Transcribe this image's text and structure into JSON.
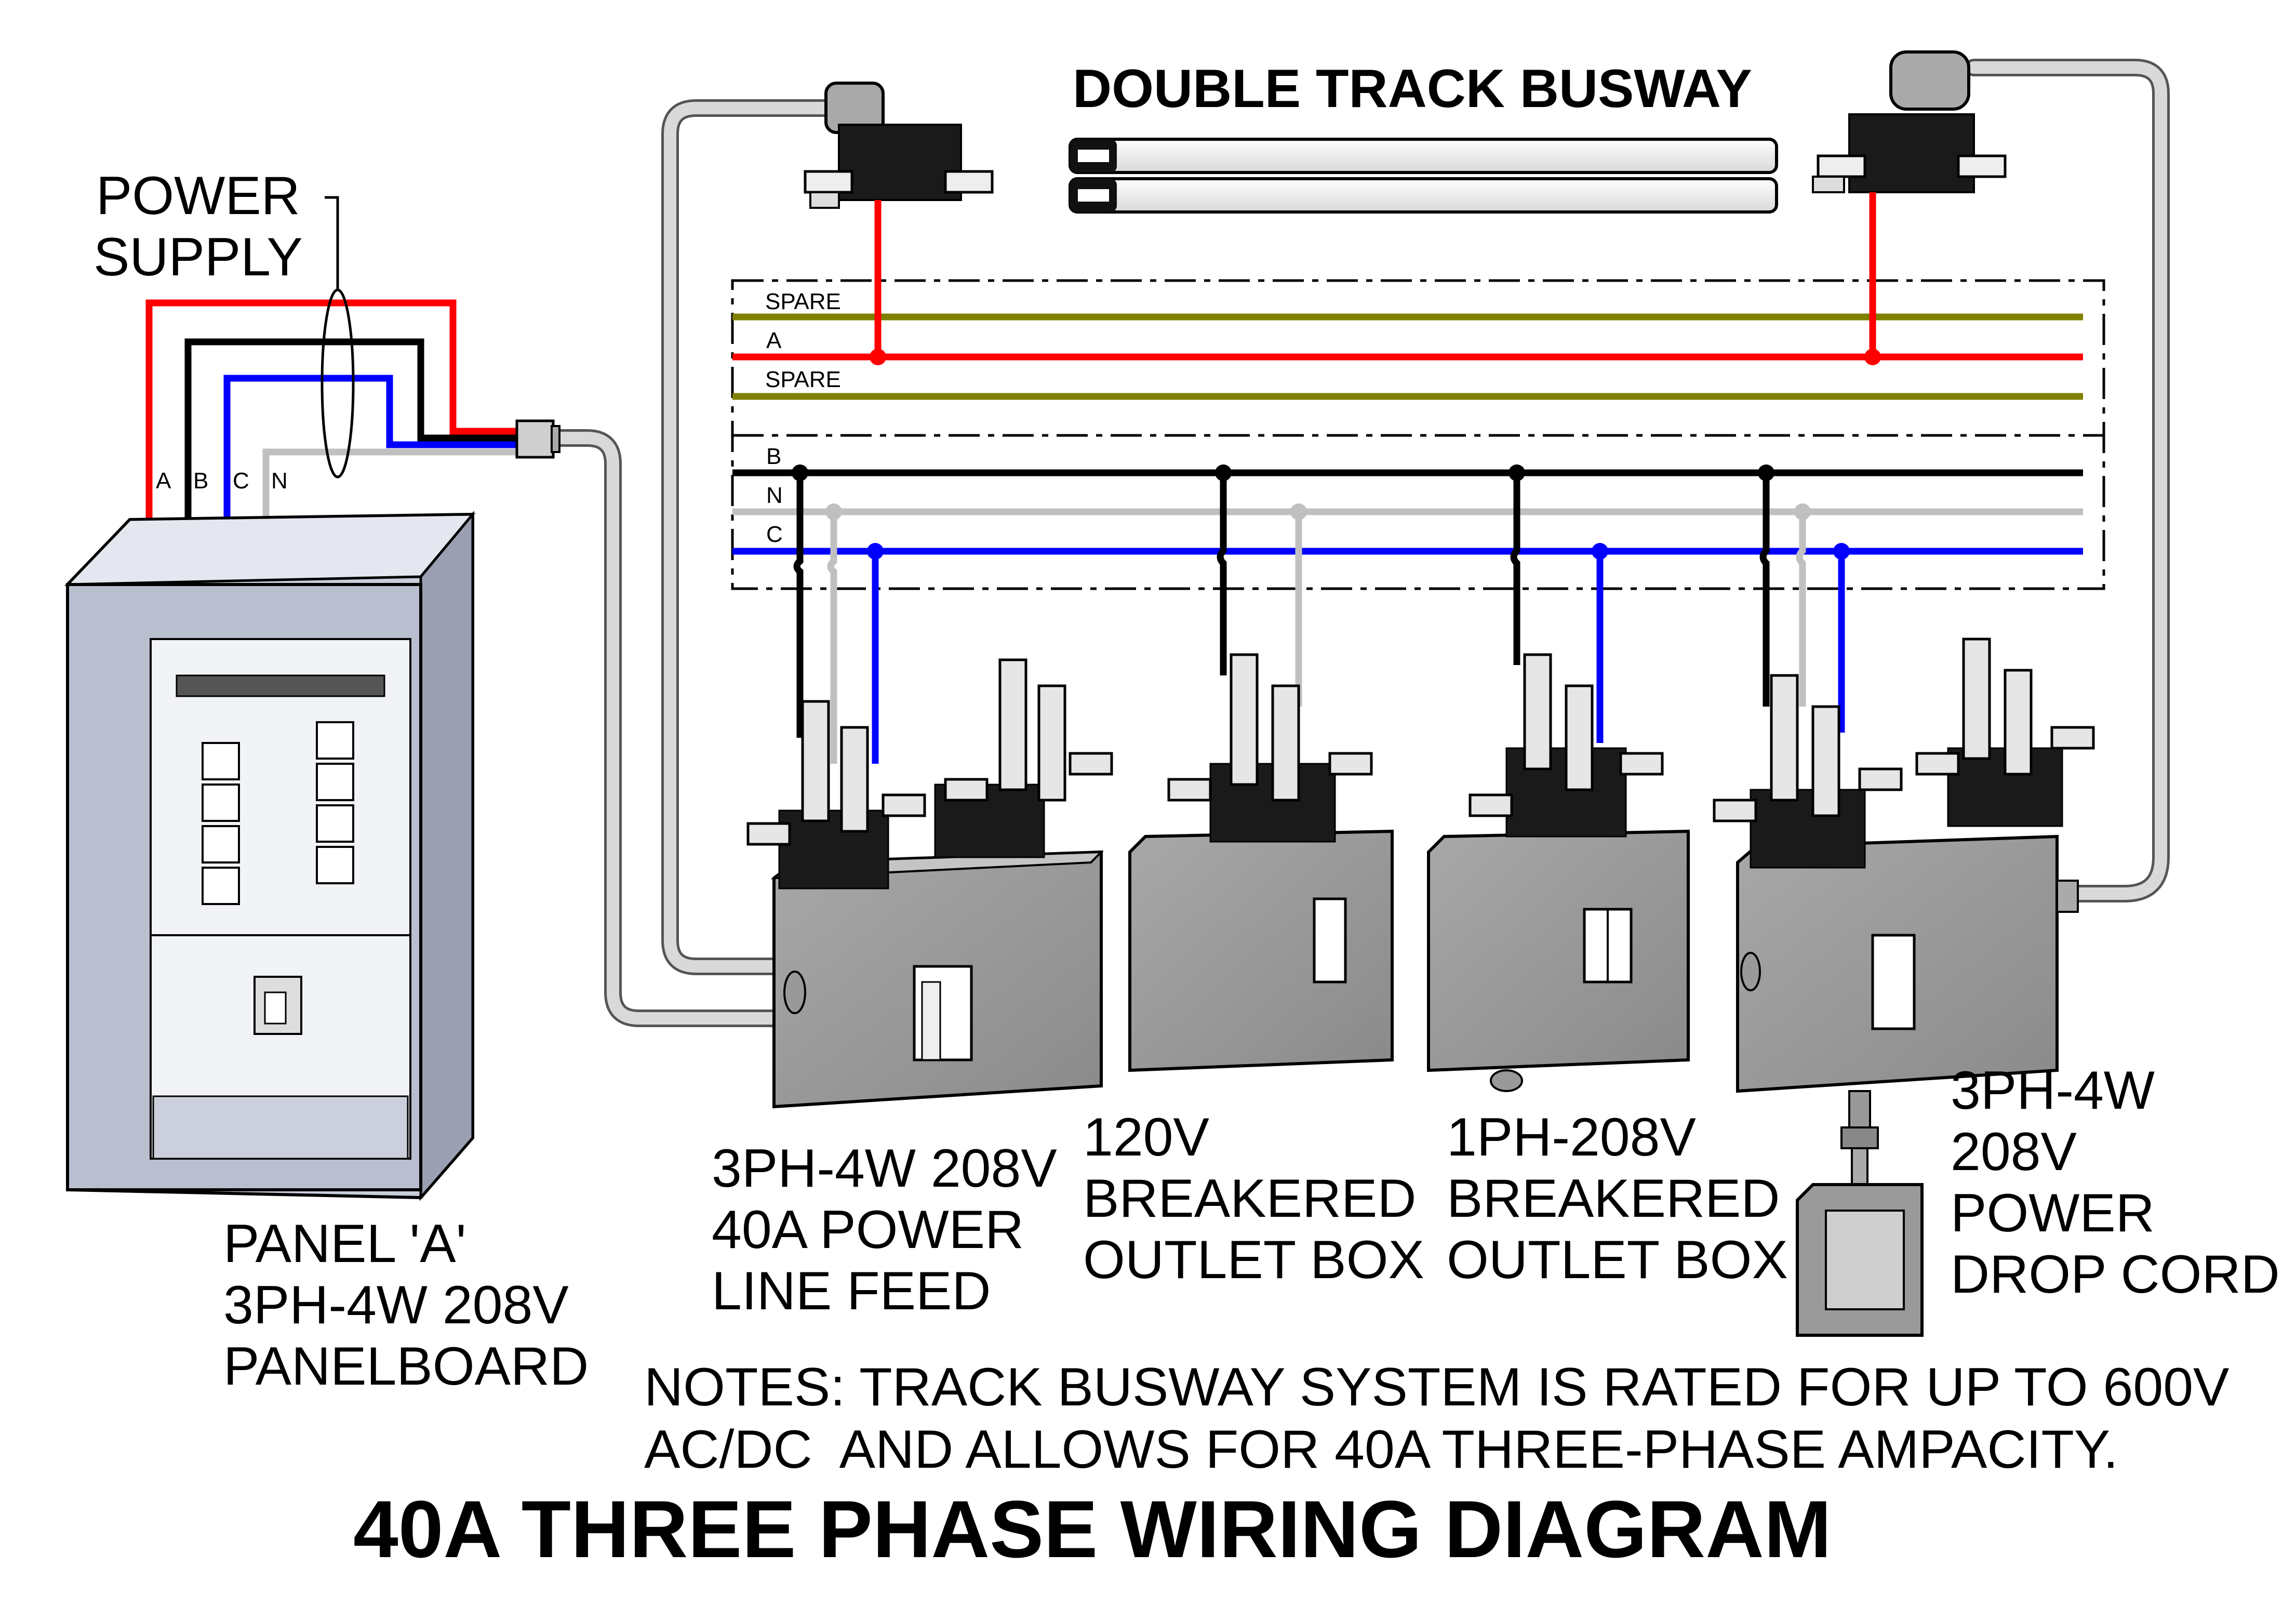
{
  "title": "40A THREE PHASE WIRING DIAGRAM",
  "busway_title": "DOUBLE TRACK BUSWAY",
  "power_supply_label": "POWER\nSUPPLY",
  "panel_conductor_labels": [
    "A",
    "B",
    "C",
    "N"
  ],
  "busway_track_labels": [
    "SPARE",
    "A",
    "SPARE",
    "B",
    "N",
    "C"
  ],
  "panel_label": "PANEL 'A'\n3PH-4W 208V\nPANELBOARD",
  "components": [
    {
      "label": "3PH-4W 208V\n40A POWER\nLINE FEED"
    },
    {
      "label": "120V\nBREAKERED\nOUTLET BOX"
    },
    {
      "label": "1PH-208V\nBREAKERED\nOUTLET BOX"
    },
    {
      "label": "3PH-4W\n208V\nPOWER\nDROP CORD"
    }
  ],
  "notes": "NOTES: TRACK BUSWAY SYSTEM IS RATED FOR UP TO 600V\nAC/DC  AND ALLOWS FOR 40A THREE-PHASE AMPACITY.",
  "colors": {
    "phase_a": "#ff0000",
    "phase_b": "#000000",
    "phase_c": "#0000ff",
    "neutral": "#c0c0c0",
    "spare": "#808000",
    "equipment": "#9a9a9a"
  }
}
